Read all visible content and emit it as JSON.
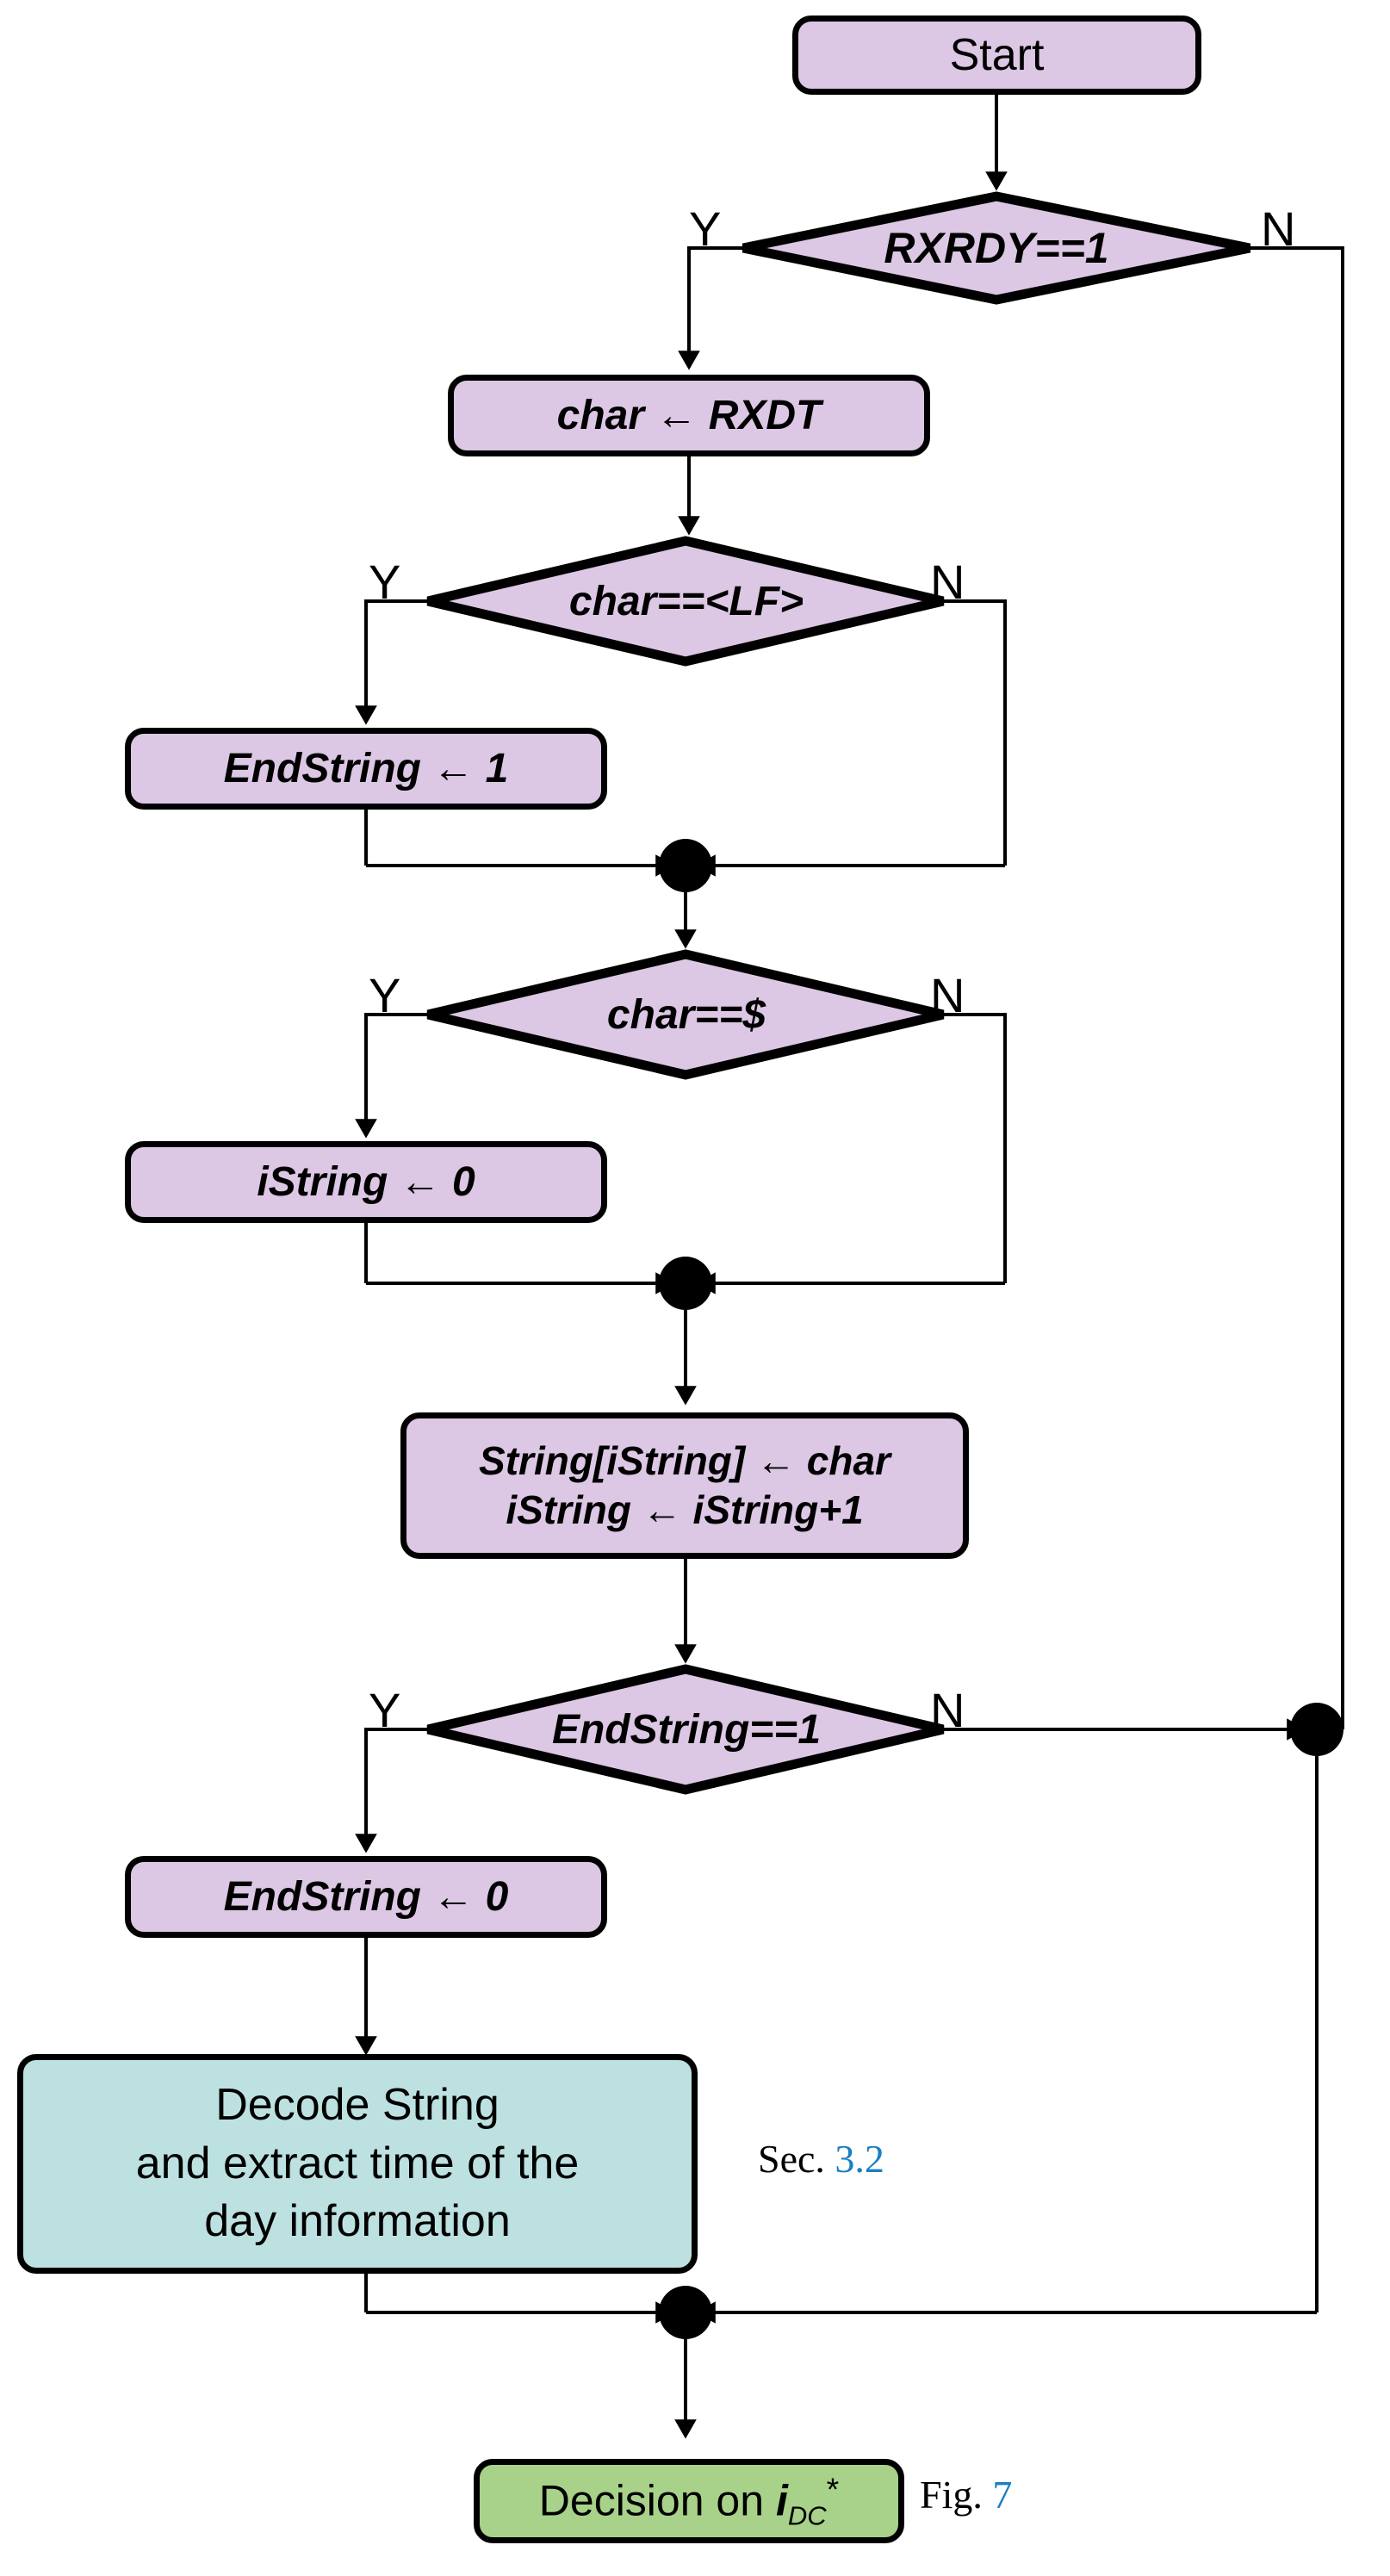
{
  "diagram": {
    "title": "Serial string reception and decoding flowchart",
    "colors": {
      "process_fill": "#dcc7e4",
      "decode_fill": "#bde1e1",
      "decision_block_fill": "#a8d28a",
      "stroke": "#000000",
      "reference_link": "#1a7fc1",
      "background": "#ffffff"
    },
    "nodes": {
      "start": {
        "label": "Start",
        "shape": "rounded-rect",
        "fill": "#dcc7e4"
      },
      "d_rxrdy": {
        "label": "RXRDY==1",
        "shape": "diamond",
        "fill": "#dcc7e4",
        "yes": "Y",
        "no": "N"
      },
      "p_char_rxdt": {
        "label": "char ← RXDT",
        "shape": "rounded-rect",
        "fill": "#dcc7e4"
      },
      "d_char_lf": {
        "label": "char==<LF>",
        "shape": "diamond",
        "fill": "#dcc7e4",
        "yes": "Y",
        "no": "N"
      },
      "p_endstring_1": {
        "label": "EndString ← 1",
        "shape": "rounded-rect",
        "fill": "#dcc7e4"
      },
      "merge_lf": {
        "label": "",
        "shape": "merge-dot"
      },
      "d_char_dollar": {
        "label": "char==$",
        "shape": "diamond",
        "fill": "#dcc7e4",
        "yes": "Y",
        "no": "N"
      },
      "p_istring_0": {
        "label": "iString ← 0",
        "shape": "rounded-rect",
        "fill": "#dcc7e4"
      },
      "merge_dollar": {
        "label": "",
        "shape": "merge-dot"
      },
      "p_store_char": {
        "line1": "String[iString] ←  char",
        "line2": "iString  ← iString+1",
        "shape": "rounded-rect",
        "fill": "#dcc7e4"
      },
      "d_endstring": {
        "label": "EndString==1",
        "shape": "diamond",
        "fill": "#dcc7e4",
        "yes": "Y",
        "no": "N"
      },
      "merge_right": {
        "label": "",
        "shape": "merge-dot"
      },
      "p_endstring_0": {
        "label": "EndString ← 0",
        "shape": "rounded-rect",
        "fill": "#dcc7e4"
      },
      "p_decode": {
        "line1": "Decode String",
        "line2": "and extract time of the",
        "line3": "day information",
        "shape": "rounded-rect",
        "fill": "#bde1e1"
      },
      "merge_bottom": {
        "label": "",
        "shape": "merge-dot"
      },
      "p_decision_idc": {
        "prefix": "Decision on ",
        "symbol": "i",
        "subscript": "DC",
        "superscript": "*",
        "shape": "rounded-rect",
        "fill": "#a8d28a"
      }
    },
    "annotations": {
      "sec_ref": {
        "prefix": "Sec. ",
        "number": "3.2"
      },
      "fig_ref": {
        "prefix": "Fig. ",
        "number": "7"
      }
    }
  }
}
